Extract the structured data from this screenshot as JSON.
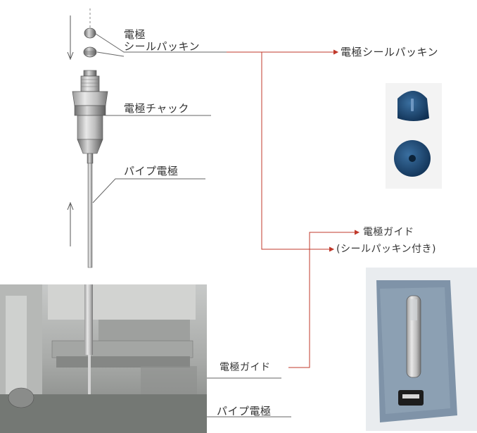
{
  "labels": {
    "electrode_line1": "電極",
    "seal_packing_line2": "シールパッキン",
    "electrode_chuck": "電極チャック",
    "pipe_electrode_top": "パイプ電極",
    "seal_packing_right": "電極シールパッキン",
    "guide_title": "電極ガイド",
    "guide_subtitle": "(シールパッキン付き)",
    "guide_photo_label": "電極ガイド",
    "pipe_electrode_bottom": "パイプ電極"
  },
  "colors": {
    "leader_line": "#666666",
    "arrow_red": "#c0392b",
    "packing_blue": "#1f4e79",
    "foam_blue": "#7f93a8",
    "machine_gray": "#8e8e8e"
  },
  "icons": {
    "down_arrow": "arrow-down-icon",
    "up_arrow": "arrow-up-icon"
  }
}
